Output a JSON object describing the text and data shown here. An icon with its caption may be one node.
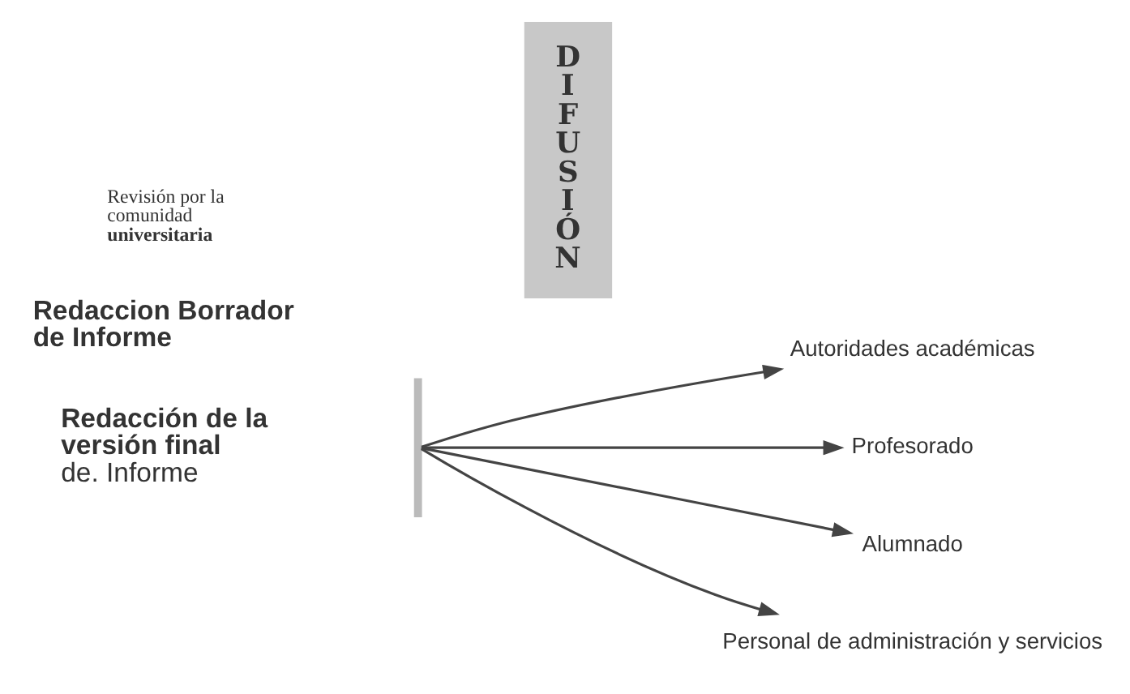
{
  "diagram": {
    "nodes": [
      {
        "text": [
          "DIFUSIÓN"
        ]
      },
      {
        "text": [],
        "shape": "bar"
      },
      {
        "text": [
          "Autoridades académicas"
        ]
      },
      {
        "text": [
          "Profesorado"
        ]
      },
      {
        "text": [
          "Alumnado"
        ]
      },
      {
        "text": [
          "Personal de administración y servicios"
        ]
      }
    ],
    "edges": [
      {
        "from": 1,
        "to": 2,
        "arrow": "to"
      },
      {
        "from": 1,
        "to": 3,
        "arrow": "to"
      },
      {
        "from": 1,
        "to": 4,
        "arrow": "to"
      },
      {
        "from": 1,
        "to": 5,
        "arrow": "to"
      }
    ],
    "labels": [
      "**Redaccion Borrador de Informe**",
      "Revisión por la comunidad **universitaria**",
      "**Redacción de la versión final** de. Informe"
    ]
  }
}
